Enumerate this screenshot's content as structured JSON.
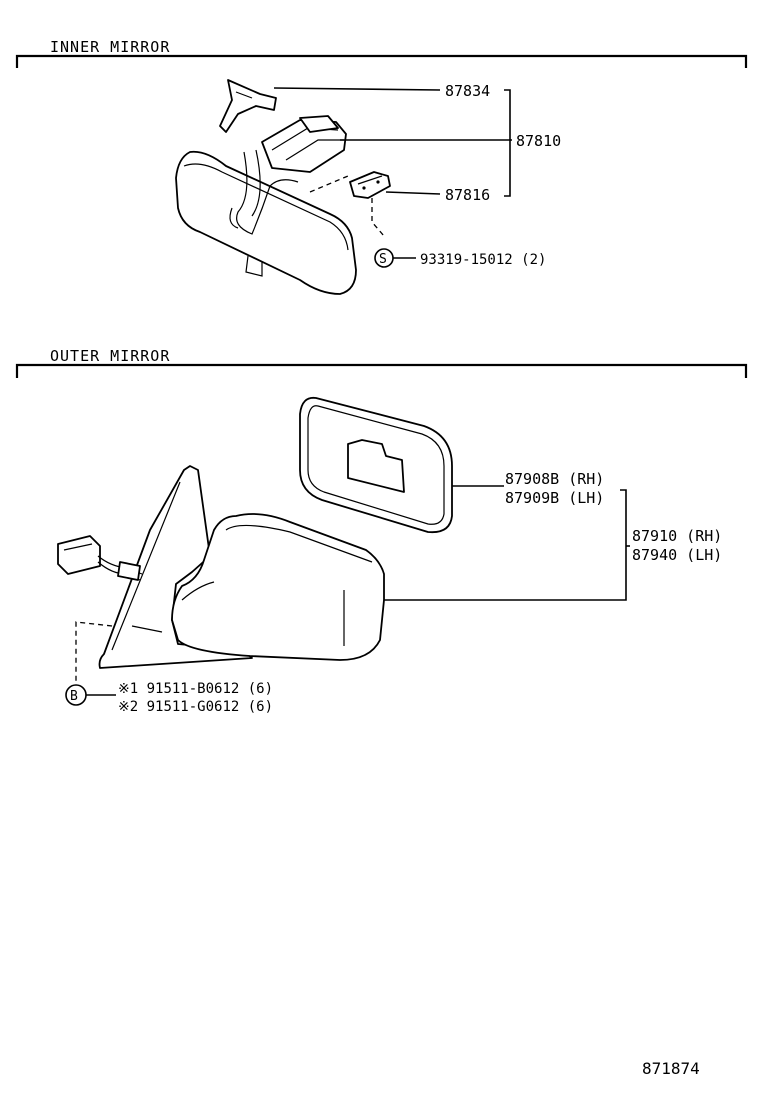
{
  "sections": {
    "inner": {
      "title": "INNER MIRROR"
    },
    "outer": {
      "title": "OUTER MIRROR"
    }
  },
  "inner_parts": {
    "p87834": "87834",
    "p87810": "87810",
    "p87816": "87816",
    "screw_symbol": "S",
    "screw": "93319-15012 (2)"
  },
  "outer_parts": {
    "glass_rh": "87908B (RH)",
    "glass_lh": "87909B (LH)",
    "assy_rh": "87910 (RH)",
    "assy_lh": "87940 (LH)",
    "bolt_symbol": "B",
    "bolt_1": "※1 91511-B0612 (6)",
    "bolt_2": "※2 91511-G0612 (6)"
  },
  "figure_number": "871874"
}
